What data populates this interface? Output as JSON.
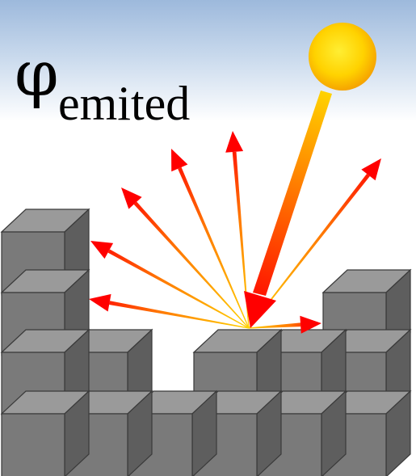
{
  "label": {
    "symbol": "φ",
    "subscript": "emited"
  },
  "colors": {
    "sky_top": "#9db9dc",
    "sky_bottom": "#ffffff",
    "sun_core": "#ffe600",
    "sun_edge": "#f5a800",
    "arrow_hot": "#ff0000",
    "arrow_warm": "#ffd200",
    "block_front": "#7a7a7a",
    "block_top": "#9a9a9a",
    "block_side": "#5e5e5e",
    "block_edge": "#3a3a3a",
    "text": "#000000"
  },
  "icons": {
    "sun": "sun-icon",
    "incoming_ray": "incoming-ray-arrow",
    "emitted_rays": "emitted-ray-arrow"
  }
}
